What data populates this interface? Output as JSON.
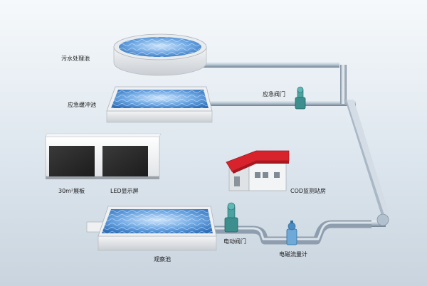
{
  "labels": {
    "sewage_pool": "污水处理池",
    "emergency_pool": "应急缓冲池",
    "emergency_valve": "应急阀门",
    "display_board": "30m²展板",
    "led_screen": "LED显示屏",
    "cod_station": "COD监测站房",
    "observation_pool": "观察池",
    "electric_valve": "电动阀门",
    "flow_meter": "电磁流量计"
  },
  "colors": {
    "water": "#4f8fd4",
    "pipe": "#b8c6d3",
    "roof": "#d9232c",
    "screen": "#2a2a2a"
  }
}
